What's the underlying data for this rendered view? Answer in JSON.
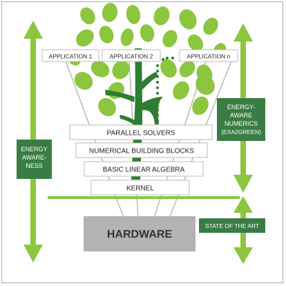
{
  "colors": {
    "accent_green": "#8cc63f",
    "dark_green": "#3a7d44",
    "tree_green": "#2e7d32",
    "hardware_gray": "#b3b3b3",
    "box_border": "#b8b8b8",
    "frame_border": "#aaaaaa",
    "text_dark": "#222222",
    "text_white": "#ffffff"
  },
  "applications": [
    "APPLICATION 1",
    "APPLICATION 2",
    "APPLICATION n"
  ],
  "layers": [
    "PARALLEL SOLVERS",
    "NUMERICAL BUILDING BLOCKS",
    "BASIC LINEAR ALGEBRA",
    "KERNEL"
  ],
  "hardware_label": "HARDWARE",
  "left_label": [
    "ENERGY",
    "AWARE-",
    "NESS"
  ],
  "right_label": [
    "ENERGY-",
    "AWARE",
    "NUMERICS",
    "(EXA2GREEN)"
  ],
  "state_label": "STATE OF THE ART"
}
